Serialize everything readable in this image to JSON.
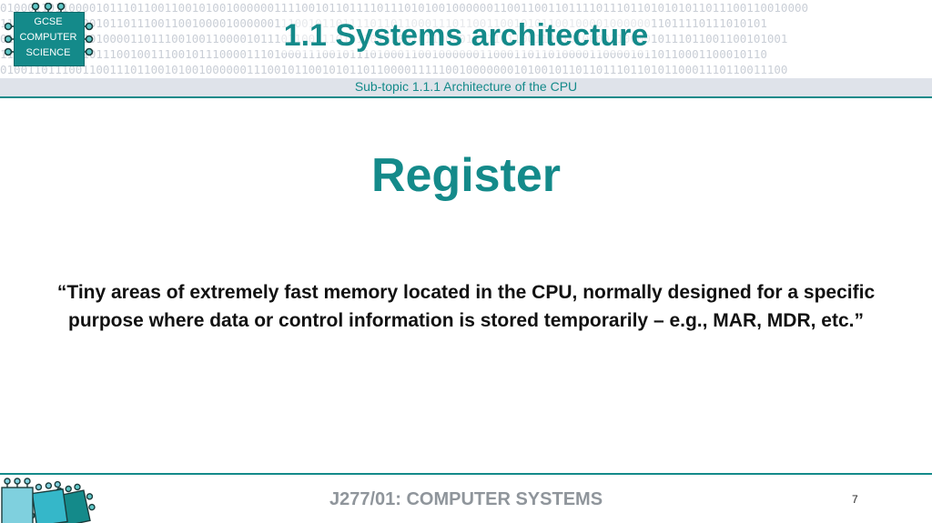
{
  "header": {
    "binary_lines": [
      "0100011011000010111011001100101001000000111100101101111011101010010000001100110011011110111011010101011011100110010000",
      "1100011101000010110111001100100001000000111001011011110110110001110110011001010110010000100000011011110111010101",
      "0111011001000010000110111001001100001011101100111010110111001011000010111011001100101000011000010111011001100101001",
      "1110101110011011100100111001011100001110100011100101110100011001000000110001101101000011000010110110001100010110",
      "0100110111001100111011001010010000001110010110010101101100001111100100000001010010110110111011010110001110110011100"
    ],
    "logo_text": [
      "GCSE",
      "COMPUTER",
      "SCIENCE"
    ],
    "title": "1.1 Systems architecture",
    "subtitle": "Sub-topic 1.1.1 Architecture of the CPU"
  },
  "main": {
    "heading": "Register",
    "definition_line1": "“Tiny areas of extremely fast memory located in the CPU, normally designed for a specific",
    "definition_line2": "purpose where data or control information is stored temporarily – e.g., MAR, MDR, etc.”"
  },
  "footer": {
    "course": "J277/01: COMPUTER SYSTEMS",
    "page_number": "7"
  },
  "colors": {
    "accent": "#148a8a",
    "subbar": "#dfe3ea",
    "footer_text": "#8f959b",
    "chip_light": "#7fd0de",
    "chip_mid": "#35b7c9",
    "chip_dark": "#148a8a"
  }
}
